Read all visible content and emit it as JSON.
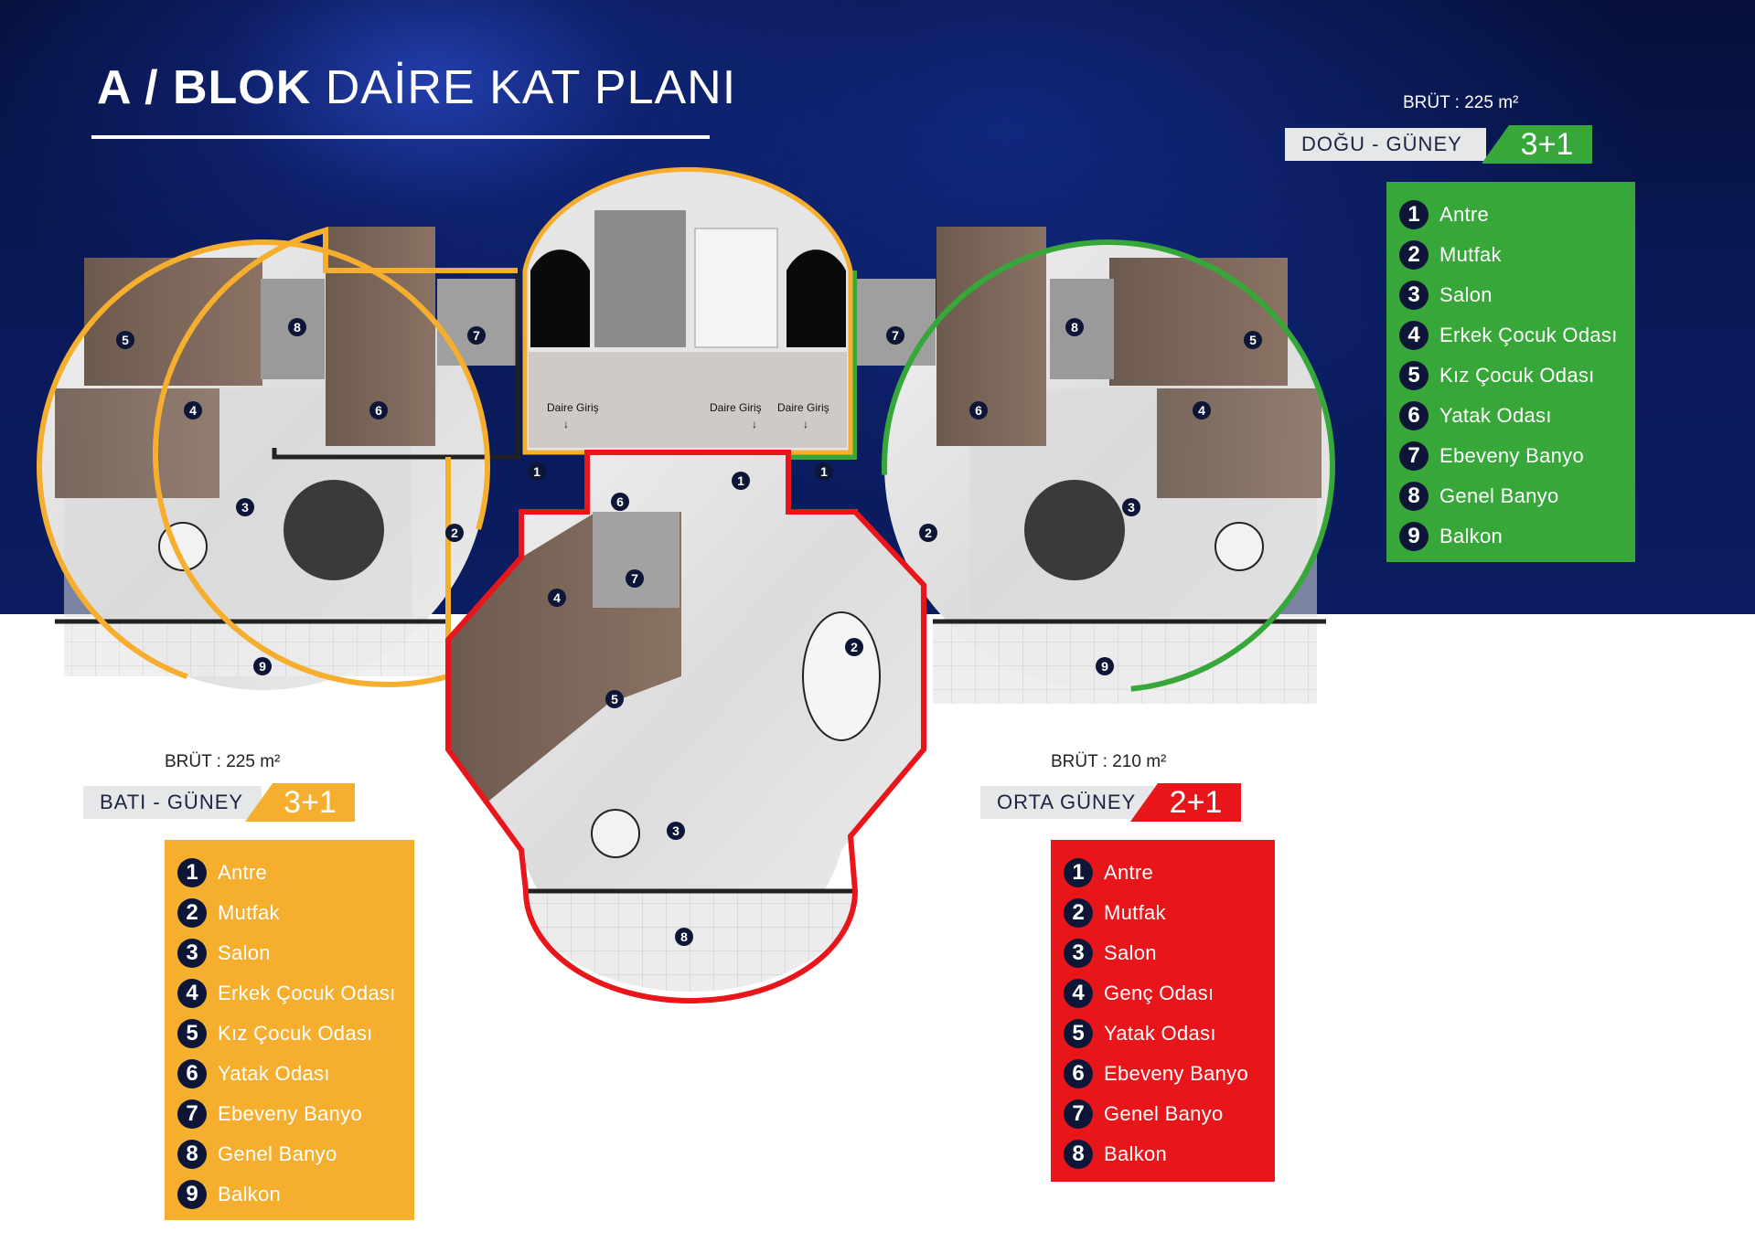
{
  "title": {
    "bold": "A / BLOK",
    "light": "DAİRE KAT PLANI"
  },
  "colors": {
    "orange": "#f5ae2e",
    "green": "#37a73a",
    "red": "#e8161b",
    "navy": "#0d1637"
  },
  "plan": {
    "entrances": [
      "Daire Giriş",
      "Daire Giriş",
      "Daire Giriş"
    ]
  },
  "units": {
    "east": {
      "area_label": "BRÜT : 225 m²",
      "orientation": "DOĞU - GÜNEY",
      "type": "3+1",
      "rooms": [
        {
          "num": "1",
          "label": "Antre"
        },
        {
          "num": "2",
          "label": "Mutfak"
        },
        {
          "num": "3",
          "label": "Salon"
        },
        {
          "num": "4",
          "label": "Erkek Çocuk Odası"
        },
        {
          "num": "5",
          "label": "Kız Çocuk Odası"
        },
        {
          "num": "6",
          "label": "Yatak Odası"
        },
        {
          "num": "7",
          "label": "Ebeveny Banyo"
        },
        {
          "num": "8",
          "label": "Genel Banyo"
        },
        {
          "num": "9",
          "label": "Balkon"
        }
      ]
    },
    "west": {
      "area_label": "BRÜT : 225 m²",
      "orientation": "BATI - GÜNEY",
      "type": "3+1",
      "rooms": [
        {
          "num": "1",
          "label": "Antre"
        },
        {
          "num": "2",
          "label": "Mutfak"
        },
        {
          "num": "3",
          "label": "Salon"
        },
        {
          "num": "4",
          "label": "Erkek Çocuk Odası"
        },
        {
          "num": "5",
          "label": "Kız Çocuk Odası"
        },
        {
          "num": "6",
          "label": "Yatak Odası"
        },
        {
          "num": "7",
          "label": "Ebeveny Banyo"
        },
        {
          "num": "8",
          "label": "Genel Banyo"
        },
        {
          "num": "9",
          "label": "Balkon"
        }
      ]
    },
    "middle": {
      "area_label": "BRÜT : 210 m²",
      "orientation": "ORTA GÜNEY",
      "type": "2+1",
      "rooms": [
        {
          "num": "1",
          "label": "Antre"
        },
        {
          "num": "2",
          "label": "Mutfak"
        },
        {
          "num": "3",
          "label": "Salon"
        },
        {
          "num": "4",
          "label": "Genç Odası"
        },
        {
          "num": "5",
          "label": "Yatak Odası"
        },
        {
          "num": "6",
          "label": "Ebeveny Banyo"
        },
        {
          "num": "7",
          "label": "Genel Banyo"
        },
        {
          "num": "8",
          "label": "Balkon"
        }
      ]
    }
  }
}
